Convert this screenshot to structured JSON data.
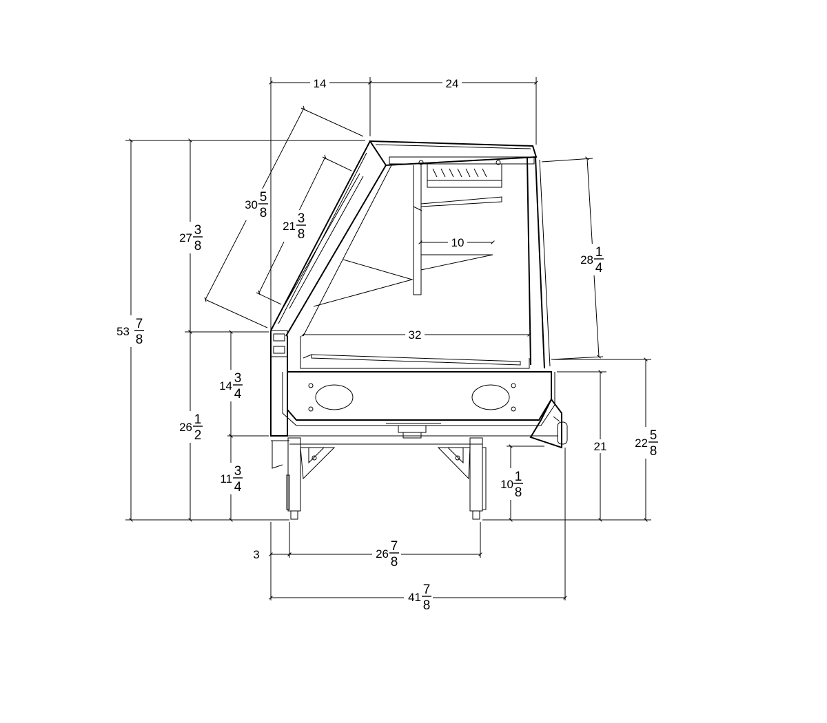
{
  "dimensions": {
    "top_depth_front": "14",
    "top_depth_rear": "24",
    "glass_length": {
      "whole": "30",
      "num": "5",
      "den": "8"
    },
    "inner_glass_length": {
      "whole": "21",
      "num": "3",
      "den": "8"
    },
    "upper_height": {
      "whole": "27",
      "num": "3",
      "den": "8"
    },
    "overall_height": {
      "whole": "53",
      "num": "7",
      "den": "8"
    },
    "base_height": {
      "whole": "26",
      "num": "1",
      "den": "2"
    },
    "front_panel_height": {
      "whole": "14",
      "num": "3",
      "den": "4"
    },
    "leg_height": {
      "whole": "11",
      "num": "3",
      "den": "4"
    },
    "shelf_depth": "10",
    "deck_depth": "32",
    "rear_glass_height": {
      "whole": "28",
      "num": "1",
      "den": "4"
    },
    "rear_counter_height": "21",
    "rear_top_height": {
      "whole": "22",
      "num": "5",
      "den": "8"
    },
    "rear_step_height": {
      "whole": "10",
      "num": "1",
      "den": "8"
    },
    "front_offset": "3",
    "leg_span": {
      "whole": "26",
      "num": "7",
      "den": "8"
    },
    "overall_depth": {
      "whole": "41",
      "num": "7",
      "den": "8"
    }
  }
}
